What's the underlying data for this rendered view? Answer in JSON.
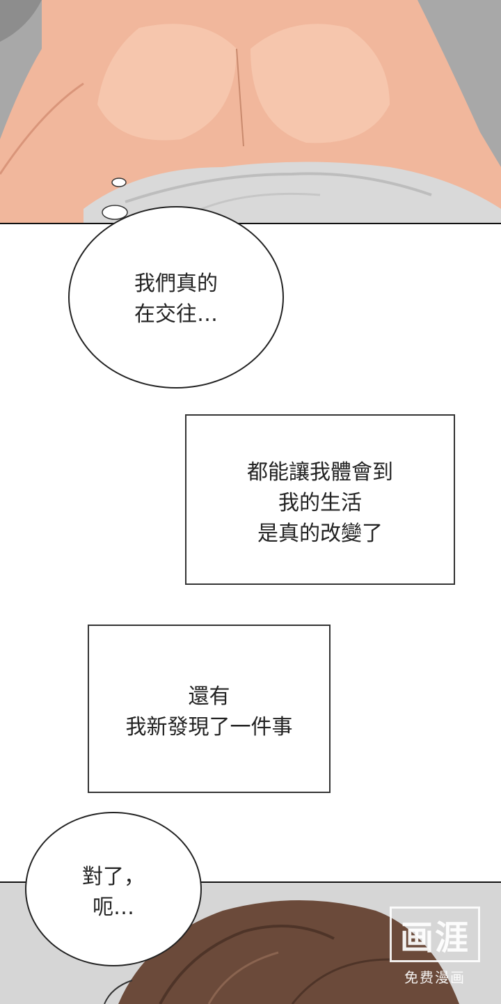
{
  "bubble_1": {
    "lines": [
      "我們真的",
      "在交往…"
    ]
  },
  "box_1": {
    "lines": [
      "都能讓我體會到",
      "我的生活",
      "是真的改變了"
    ]
  },
  "box_2": {
    "lines": [
      "還有",
      "我新發現了一件事"
    ]
  },
  "bubble_2": {
    "lines": [
      "對了，",
      "呃…"
    ]
  },
  "watermark": {
    "mark": "画涯",
    "sub": "免费漫画"
  }
}
